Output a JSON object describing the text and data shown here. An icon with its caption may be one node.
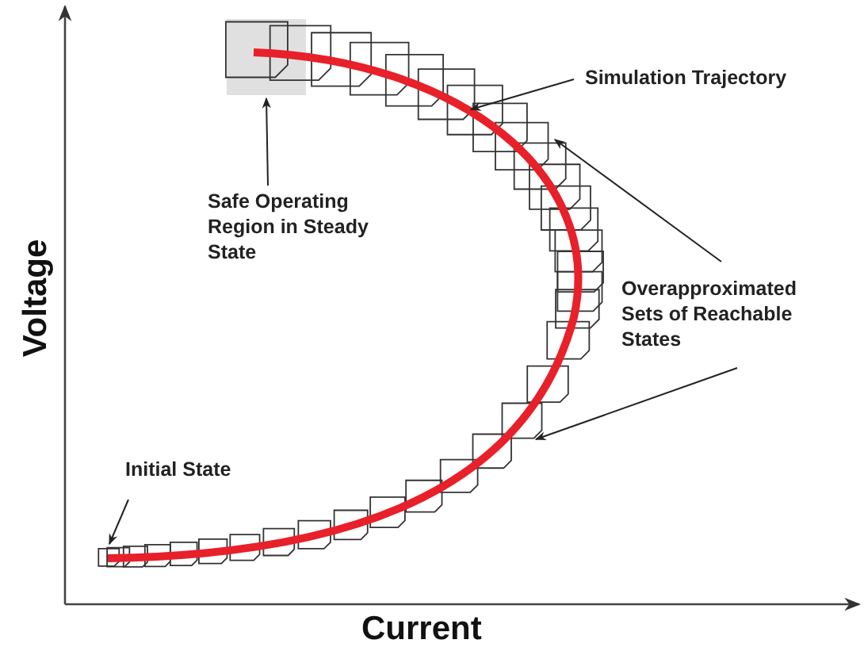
{
  "diagram": {
    "nodes": [
      {
        "text": [
          "Safe Operating Region in Steady State"
        ]
      },
      {
        "text": [],
        "shape": "box"
      },
      {
        "text": [
          "Simulation Trajectory"
        ]
      },
      {
        "text": [
          "Overapproximated Sets of Reachable States"
        ]
      },
      {
        "text": [
          "Initial State"
        ]
      }
    ],
    "edges": [
      {
        "from": 0,
        "to": 1,
        "arrow": "to"
      },
      {
        "from": 2,
        "to": null,
        "arrow": "to"
      },
      {
        "from": 3,
        "to": null,
        "arrow": "to"
      },
      {
        "from": 3,
        "to": null,
        "arrow": "to"
      },
      {
        "from": 4,
        "to": null,
        "arrow": "to"
      }
    ],
    "labels": [
      "Voltage",
      "Current"
    ]
  }
}
